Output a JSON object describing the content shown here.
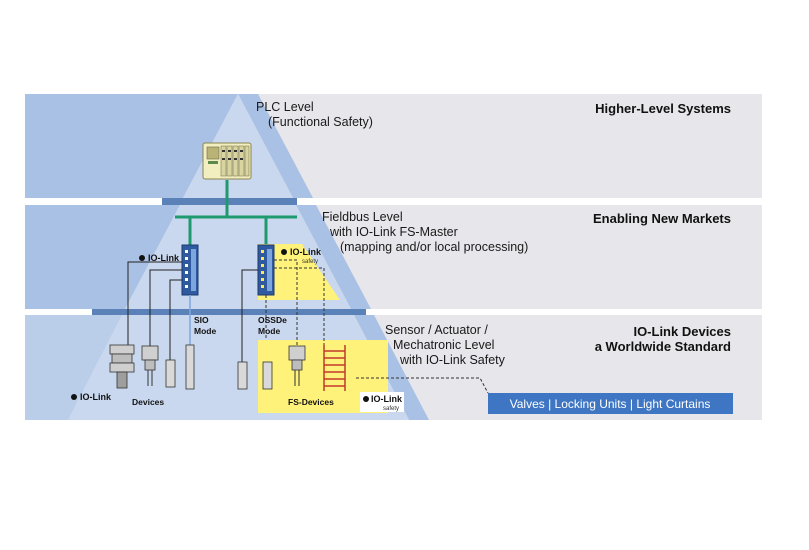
{
  "levels": {
    "plc": {
      "title": "PLC Level",
      "subtitle": "(Functional Safety)",
      "heading": "Higher-Level Systems"
    },
    "fieldbus": {
      "line1": "Fieldbus Level",
      "line2": "with IO-Link FS-Master",
      "line3": "(mapping and/or local processing)",
      "heading": "Enabling New Markets"
    },
    "devices": {
      "line1": "Sensor / Actuator /",
      "line2": "Mechatronic  Level",
      "line3": "with IO-Link Safety",
      "heading_line1": "IO-Link Devices",
      "heading_line2": "a Worldwide Standard"
    }
  },
  "labels": {
    "sio_line1": "SIO",
    "sio_line2": "Mode",
    "ossde_line1": "OSSDe",
    "ossde_line2": "Mode",
    "devices": "Devices",
    "fs_devices": "FS-Devices"
  },
  "logos": {
    "io_link": "IO-Link",
    "io_link_prefix": "IO",
    "io_link_suffix": "-Link",
    "safety": "safety"
  },
  "callout": {
    "text": "Valves | Locking Units | Light Curtains"
  },
  "colors": {
    "band": "#e6e6eb",
    "band_left": "#a9c1e4",
    "pyramid_fill": "#c9d8ee",
    "pyramid_edge": "#8aa8d8",
    "bus_bar": "#5b82b8",
    "network_green": "#1e9a6e",
    "master_blue": "#2f5aa0",
    "safety_yellow": "#fff27a",
    "callout_blue": "#3f76c3",
    "curtain_red": "#c0392b"
  }
}
